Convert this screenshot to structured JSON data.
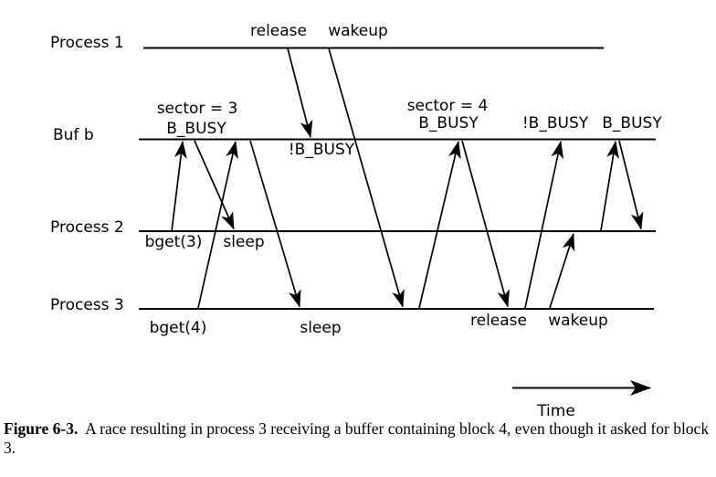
{
  "colors": {
    "ink": "#000000",
    "background": "#ffffff"
  },
  "diagram": {
    "lane_labels": {
      "process1": "Process 1",
      "bufb": "Buf b",
      "process2": "Process 2",
      "process3": "Process 3"
    },
    "annotations": {
      "p1_release": "release",
      "p1_wakeup": "wakeup",
      "sector3": "sector = 3",
      "busy1": "B_BUSY",
      "not_busy1": "!B_BUSY",
      "sector4": "sector = 4",
      "busy2": "B_BUSY",
      "not_busy2": "!B_BUSY",
      "busy3": "B_BUSY",
      "p2_bget3": "bget(3)",
      "p2_sleep": "sleep",
      "p3_bget4": "bget(4)",
      "p3_sleep": "sleep",
      "p3_release": "release",
      "p3_wakeup": "wakeup"
    },
    "time_axis_label": "Time"
  },
  "caption": {
    "figure_label": "Figure 6-3.",
    "text": "  A race resulting in process 3 receiving a buffer containing block 4, even though it asked for block 3."
  }
}
